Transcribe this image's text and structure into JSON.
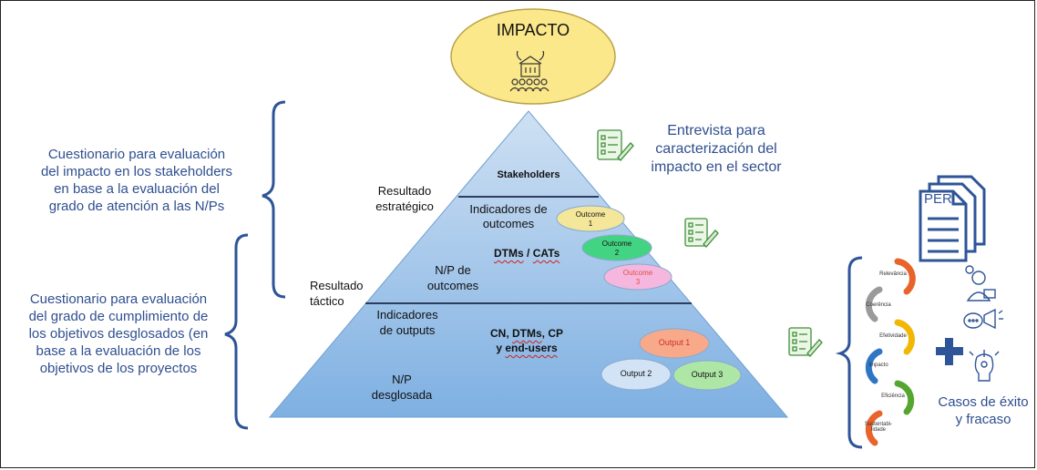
{
  "impact": {
    "title": "IMPACTO",
    "icon": "community-icon"
  },
  "pyramid": {
    "stakeholders": "Stakeholders",
    "indicadores_outcomes": [
      "Indicadores de",
      "outcomes"
    ],
    "np_outcomes": [
      "N/P de",
      "outcomes"
    ],
    "dtms_cats": [
      "DTMs",
      "/",
      "CATs"
    ],
    "indicadores_outputs": [
      "Indicadores",
      "de outputs"
    ],
    "cn_line": [
      "CN, ",
      "DTMs",
      ", CP"
    ],
    "end_users_line": [
      "y ",
      "end-users"
    ],
    "np_desglosada": [
      "N/P",
      "desglosada"
    ],
    "outcomes": [
      {
        "line1": "Outcome",
        "line2": "1",
        "fill": "#f4e79a",
        "text_color": "#333333"
      },
      {
        "line1": "Outcome",
        "line2": "2",
        "fill": "#43d483",
        "text_color": "#333333"
      },
      {
        "line1": "Outcome",
        "line2": "3",
        "fill": "#f6b7de",
        "text_color": "#e0504a"
      }
    ],
    "outputs": [
      {
        "label": "Output 1",
        "fill": "#f7a98a",
        "text_color": "#cc3322"
      },
      {
        "label": "Output 2",
        "fill": "#d3e3f6",
        "text_color": "#222222"
      },
      {
        "label": "Output 3",
        "fill": "#aee6a6",
        "text_color": "#222222"
      }
    ]
  },
  "levels": {
    "estrategico": [
      "Resultado",
      "estratégico"
    ],
    "tactico": [
      "Resultado",
      "táctico"
    ]
  },
  "left_notes": {
    "impact_questionnaire": [
      "Cuestionario para evaluación",
      "del impacto en los stakeholders",
      "en base a la evaluación del",
      "grado de atención a las N/Ps"
    ],
    "objectives_questionnaire": [
      "Cuestionario para evaluación",
      "del grado de cumplimiento de",
      "los objetivos desglosados (en",
      "base a la evaluación de los",
      "objetivos de los proyectos"
    ]
  },
  "interview_note": [
    "Entrevista para",
    "caracterización del",
    "impacto en el sector"
  ],
  "per_label": "PER",
  "cycle": [
    {
      "label": "Relevância",
      "color": "#e8642b"
    },
    {
      "label": "Coerência",
      "color": "#9a9a9a"
    },
    {
      "label": "Efetividade",
      "color": "#f2b705"
    },
    {
      "label": "Impacto",
      "color": "#2e75c6"
    },
    {
      "label": "Eficiência",
      "color": "#55a630"
    },
    {
      "label": "Sustentabi-lidade",
      "color": "#e8642b"
    }
  ],
  "casos": [
    "Casos de éxito",
    "y fracaso"
  ],
  "colors": {
    "pyramid_top": "#c9dcf1",
    "pyramid_bottom": "#7aaee0",
    "accent_blue": "#2f4f8f",
    "bracket_blue": "#2e5597",
    "plus": "#2e5597",
    "impact_fill": "#fbe88a"
  },
  "icons": [
    "checklist-pen-icon",
    "document-icon",
    "cycle-icon",
    "plus-icon",
    "person-question-icon",
    "speech-megaphone-icon",
    "idea-head-icon",
    "bracket-icon"
  ]
}
